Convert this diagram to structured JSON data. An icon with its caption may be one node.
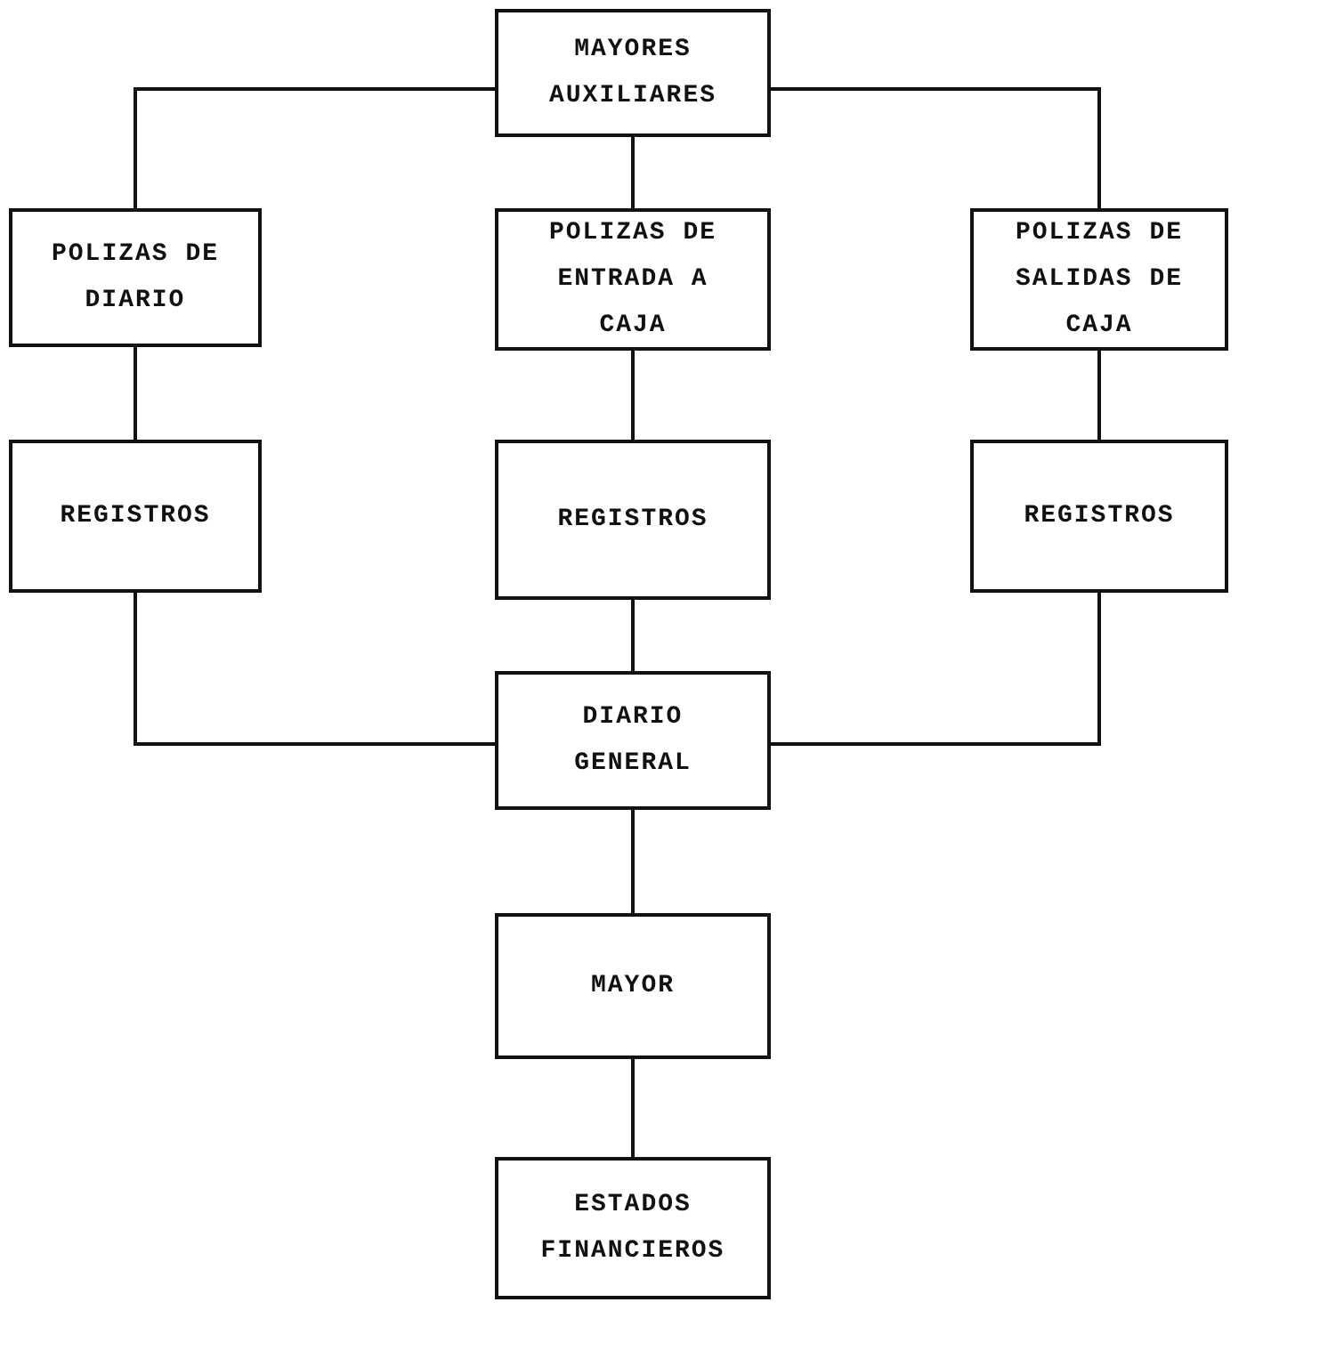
{
  "diagram": {
    "nodes": [
      {
        "text": [
          "MAYORES AUXILIARES"
        ]
      },
      {
        "text": [
          "POLIZAS DE DIARIO"
        ]
      },
      {
        "text": [
          "POLIZAS DE ENTRADA A CAJA"
        ]
      },
      {
        "text": [
          "POLIZAS DE SALIDAS DE CAJA"
        ]
      },
      {
        "text": [
          "REGISTROS"
        ]
      },
      {
        "text": [
          "REGISTROS"
        ]
      },
      {
        "text": [
          "REGISTROS"
        ]
      },
      {
        "text": [
          "DIARIO GENERAL"
        ]
      },
      {
        "text": [
          "MAYOR"
        ]
      },
      {
        "text": [
          "ESTADOS FINANCIEROS"
        ]
      }
    ],
    "edges": [
      {
        "from": 0,
        "to": 1,
        "arrow": "none"
      },
      {
        "from": 0,
        "to": 2,
        "arrow": "none"
      },
      {
        "from": 0,
        "to": 3,
        "arrow": "none"
      },
      {
        "from": 1,
        "to": 4,
        "arrow": "none"
      },
      {
        "from": 2,
        "to": 5,
        "arrow": "none"
      },
      {
        "from": 3,
        "to": 6,
        "arrow": "none"
      },
      {
        "from": 4,
        "to": 7,
        "arrow": "none"
      },
      {
        "from": 5,
        "to": 7,
        "arrow": "none"
      },
      {
        "from": 6,
        "to": 7,
        "arrow": "none"
      },
      {
        "from": 7,
        "to": 8,
        "arrow": "none"
      },
      {
        "from": 8,
        "to": 9,
        "arrow": "none"
      }
    ]
  }
}
